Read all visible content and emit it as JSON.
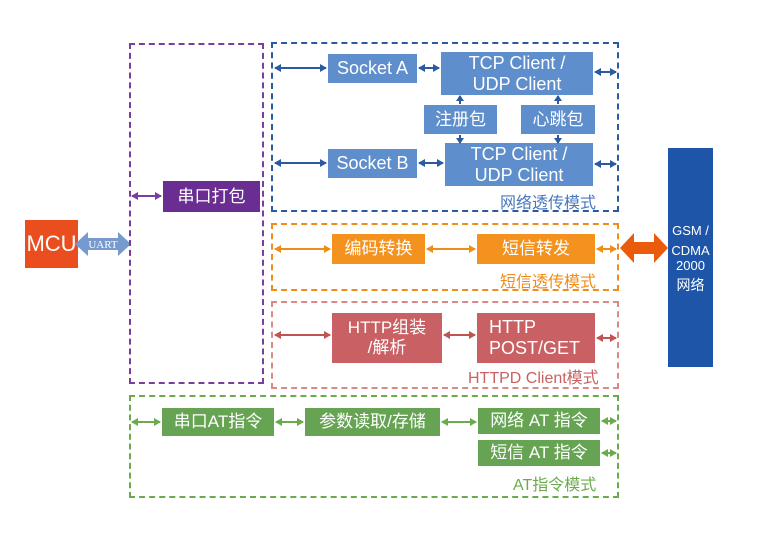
{
  "colors": {
    "mcu_orange": "#EA4E1F",
    "uart_blue": "#7699CE",
    "purple_box": "#6A2D91",
    "purple_accent": "#7A3DA0",
    "blue_box": "#5E8FCC",
    "blue_accent": "#2C5AA0",
    "blue_label": "#4879BE",
    "orange_box": "#F3921E",
    "orange_accent": "#F08C1A",
    "red_box": "#C96164",
    "red_accent": "#BF5450",
    "red_border": "#DC8986",
    "green_box": "#66A353",
    "green_accent": "#6CAB4D",
    "gsm_bar_blue": "#1E55A8",
    "thick_arrow_orange": "#EB5B0C"
  },
  "mcu": {
    "label": "MCU"
  },
  "uart": {
    "label": "UART"
  },
  "serial_packing": {
    "label": "串口打包"
  },
  "network_mode": {
    "title": "网络透传模式",
    "socket_a": "Socket A",
    "socket_b": "Socket B",
    "tcp_client_top": {
      "line1": "TCP Client /",
      "line2": "UDP Client"
    },
    "tcp_client_bottom": {
      "line1": "TCP Client /",
      "line2": "UDP Client"
    },
    "registration_packet": "注册包",
    "heartbeat_packet": "心跳包"
  },
  "sms_mode": {
    "title": "短信透传模式",
    "encoding_conversion": "编码转换",
    "sms_forwarding": "短信转发"
  },
  "httpd_mode": {
    "title": "HTTPD Client模式",
    "http_assembly": {
      "line1": "HTTP组装",
      "line2": "/解析"
    },
    "http_postget": {
      "line1": "HTTP",
      "line2": "POST/GET"
    }
  },
  "at_mode": {
    "title": "AT指令模式",
    "serial_at": "串口AT指令",
    "param_rw": "参数读取/存储",
    "network_at": "网络 AT 指令",
    "sms_at": "短信 AT 指令"
  },
  "gsm_network": {
    "line1": "GSM /",
    "line2": "CDMA",
    "line3": "2000",
    "line4": "网络"
  }
}
